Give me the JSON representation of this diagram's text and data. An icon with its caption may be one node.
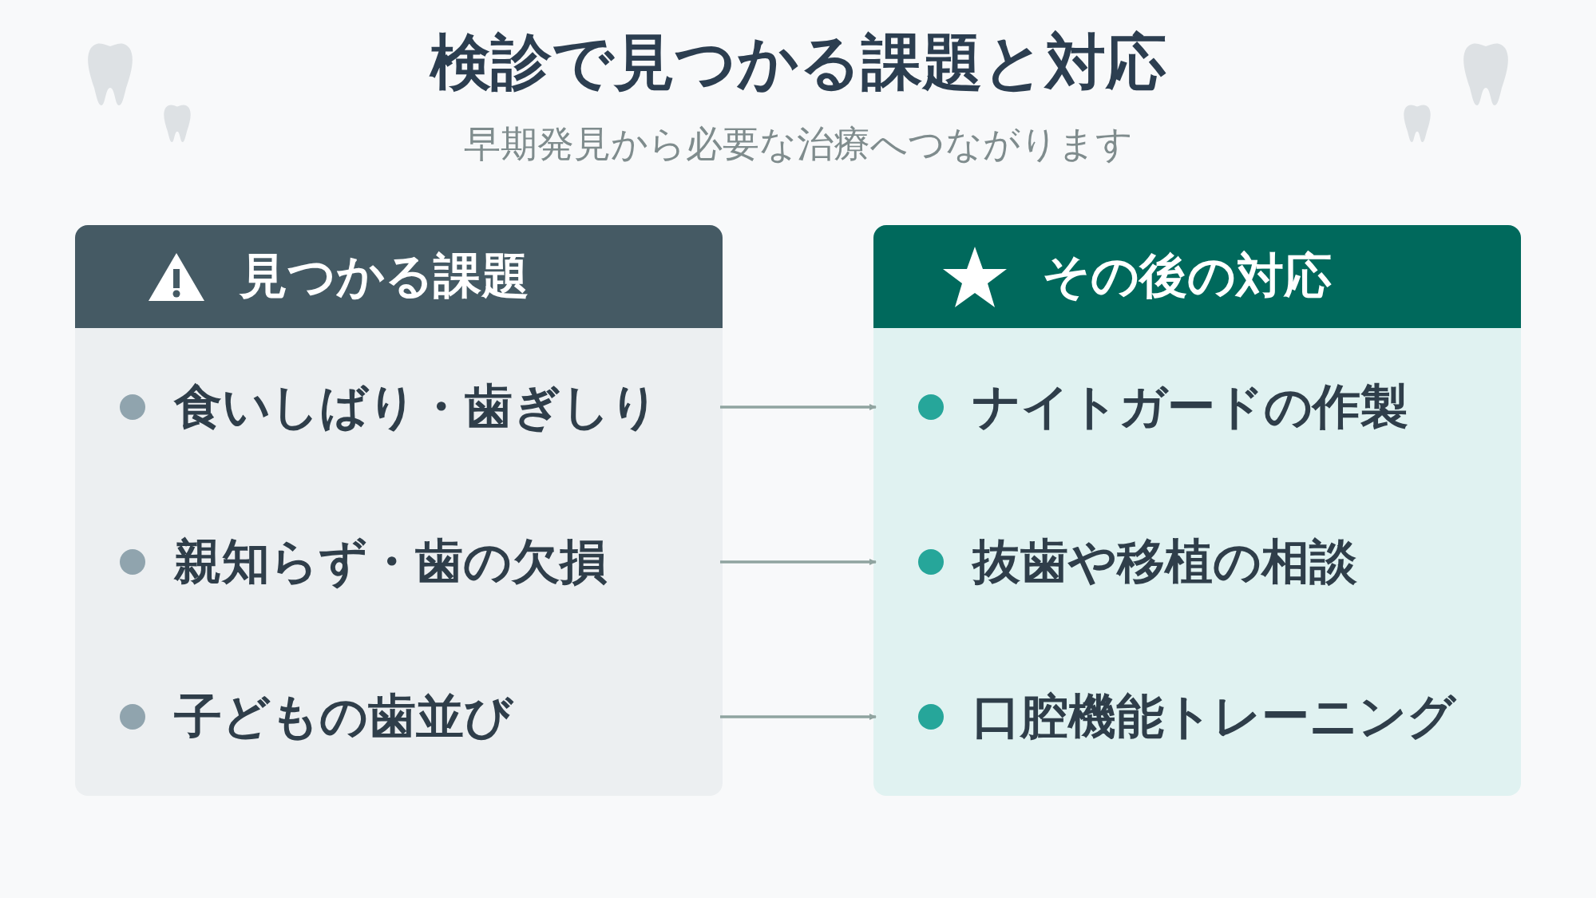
{
  "diagram": {
    "title": "検診で見つかる課題と対応",
    "caption": "早期発見から必要な治療へつながります",
    "nodes": [
      {
        "text": [
          "見つかる課題"
        ]
      },
      {
        "text": [
          "食いしばり・歯ぎしり"
        ],
        "in": 0
      },
      {
        "text": [
          "親知らず・歯の欠損"
        ],
        "in": 0
      },
      {
        "text": [
          "子どもの歯並び"
        ],
        "in": 0
      },
      {
        "text": [
          "その後の対応"
        ]
      },
      {
        "text": [
          "ナイトガードの作製"
        ],
        "in": 4
      },
      {
        "text": [
          "抜歯や移植の相談"
        ],
        "in": 4
      },
      {
        "text": [
          "口腔機能トレーニング"
        ],
        "in": 4
      }
    ],
    "edges": [
      {
        "from": 1,
        "to": 5,
        "arrow": "to"
      },
      {
        "from": 2,
        "to": 6,
        "arrow": "to"
      },
      {
        "from": 3,
        "to": 7,
        "arrow": "to"
      }
    ]
  }
}
